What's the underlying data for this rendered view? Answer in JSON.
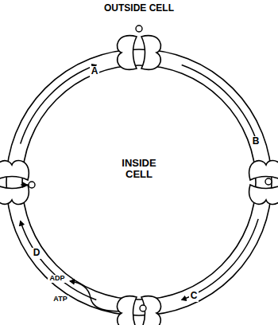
{
  "diagram": {
    "labels": [
      "OUTSIDE CELL",
      "INSIDE CELL",
      "A",
      "B",
      "C",
      "D",
      "ADP",
      "ATP"
    ]
  }
}
